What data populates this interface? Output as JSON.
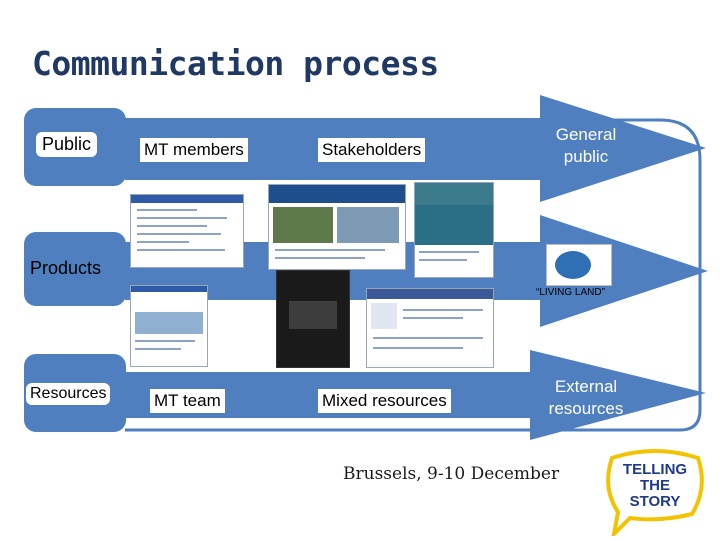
{
  "title": "Communication process",
  "rows": {
    "public_label": "Public",
    "products_label": "Products",
    "resources_label": "Resources"
  },
  "columns": {
    "mt_members": "MT members",
    "stakeholders": "Stakeholders",
    "general_public": "General public",
    "mt_team": "MT team",
    "mixed_resources": "Mixed resources",
    "external_resources": "External resources"
  },
  "product_caption": "“LIVING LAND”",
  "footer": "Brussels, 9-10 December",
  "logo_text": [
    "TELLING",
    "THE",
    "STORY"
  ],
  "colors": {
    "arrow_blue": "#4f7fbf",
    "title_blue": "#1f3864",
    "logo_blue": "#1e3a8a",
    "logo_yellow": "#f2c300"
  }
}
